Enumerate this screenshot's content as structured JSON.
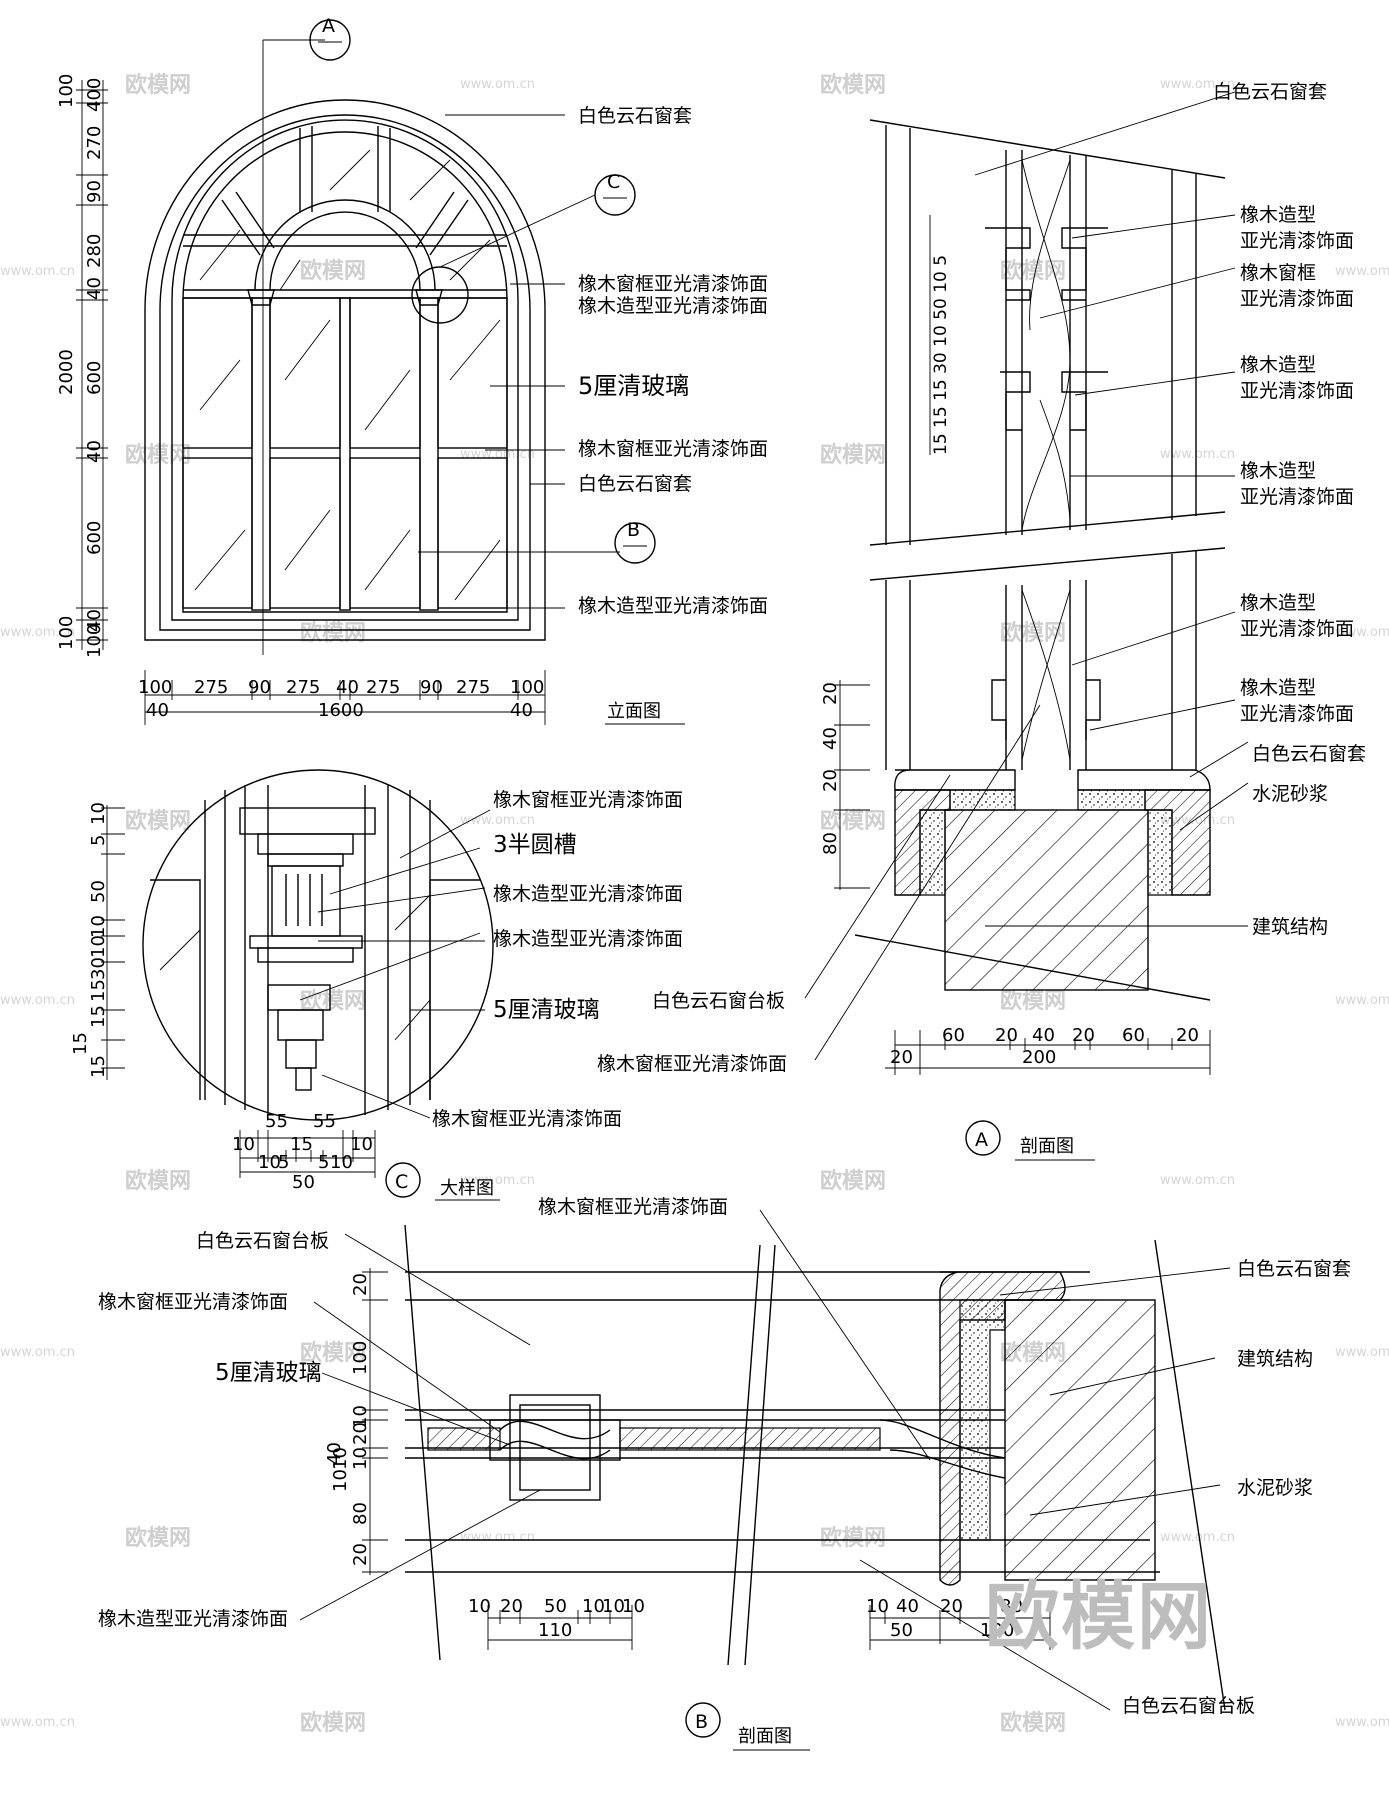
{
  "watermark": {
    "brand": "欧模网",
    "url": "www.om.cn"
  },
  "elevation": {
    "title": "立面图",
    "bubble_a": "A",
    "bubble_b": "B",
    "bubble_c": "C",
    "labels": {
      "stone_casing_top": "白色云石窗套",
      "oak_frame_1": "橡木窗框亚光清漆饰面",
      "oak_model_1": "橡木造型亚光清漆饰面",
      "glass": "5厘清玻璃",
      "oak_frame_2": "橡木窗框亚光清漆饰面",
      "stone_casing_2": "白色云石窗套",
      "oak_model_2": "橡木造型亚光清漆饰面"
    },
    "dims_left": [
      "100",
      "400",
      "270",
      "90",
      "280",
      "40",
      "2000",
      "600",
      "40",
      "600",
      "40",
      "100",
      "100"
    ],
    "dims_bottom_top": [
      "100",
      "275",
      "90",
      "275",
      "40",
      "275",
      "90",
      "275",
      "100"
    ],
    "dims_bottom": [
      "40",
      "1600",
      "40"
    ]
  },
  "section_a": {
    "title": "剖面图",
    "bubble": "A",
    "labels": {
      "stone_casing_top": "白色云石窗套",
      "oak_model_1a": "橡木造型",
      "oak_model_1b": "亚光清漆饰面",
      "oak_frame_a": "橡木窗框",
      "oak_frame_b": "亚光清漆饰面",
      "oak_model_2a": "橡木造型",
      "oak_model_2b": "亚光清漆饰面",
      "oak_model_3a": "橡木造型",
      "oak_model_3b": "亚光清漆饰面",
      "oak_model_4a": "橡木造型",
      "oak_model_4b": "亚光清漆饰面",
      "oak_model_5a": "橡木造型",
      "oak_model_5b": "亚光清漆饰面",
      "stone_casing_2": "白色云石窗套",
      "mortar": "水泥砂浆",
      "structure": "建筑结构",
      "sill": "白色云石窗台板",
      "oak_frame_bottom": "橡木窗框亚光清漆饰面"
    },
    "dims_vertical_top": "15 15 15 30 10 50 10 5",
    "dims_vertical_bottom": [
      "20",
      "40",
      "20",
      "80"
    ],
    "dims_bottom_top": [
      "60",
      "20",
      "40",
      "20",
      "60",
      "20"
    ],
    "dims_bottom": [
      "20",
      "200"
    ]
  },
  "detail_c": {
    "title": "大样图",
    "bubble": "C",
    "labels": {
      "oak_frame_1": "橡木窗框亚光清漆饰面",
      "groove": "3半圆槽",
      "oak_model_1": "橡木造型亚光清漆饰面",
      "oak_model_2": "橡木造型亚光清漆饰面",
      "glass": "5厘清玻璃",
      "oak_frame_2": "橡木窗框亚光清漆饰面"
    },
    "dims_left": [
      "10",
      "5",
      "50",
      "10",
      "10",
      "30",
      "15",
      "15",
      "15",
      "15"
    ],
    "dims_bottom_top": [
      "55",
      "55"
    ],
    "dims_bottom_mid": [
      "10",
      "15",
      "10"
    ],
    "dims_bottom_mid2": [
      "10",
      "5",
      "5",
      "10"
    ],
    "dims_bottom": [
      "50"
    ]
  },
  "section_b": {
    "title": "剖面图",
    "bubble": "B",
    "labels": {
      "oak_frame_top": "橡木窗框亚光清漆饰面",
      "sill_top": "白色云石窗台板",
      "oak_frame_left": "橡木窗框亚光清漆饰面",
      "glass": "5厘清玻璃",
      "oak_model": "橡木造型亚光清漆饰面",
      "stone_casing": "白色云石窗套",
      "structure": "建筑结构",
      "mortar": "水泥砂浆",
      "sill_bottom": "白色云石窗台板"
    },
    "dims_left": [
      "20",
      "100",
      "40",
      "10",
      "20",
      "10",
      "10",
      "10",
      "80",
      "20"
    ],
    "dims_bottom_left_top": [
      "10",
      "20",
      "50",
      "10",
      "10",
      "10"
    ],
    "dims_bottom_left": [
      "110"
    ],
    "dims_bottom_right_top": [
      "10",
      "40",
      "20",
      "80"
    ],
    "dims_bottom_right": [
      "50",
      "100"
    ]
  }
}
